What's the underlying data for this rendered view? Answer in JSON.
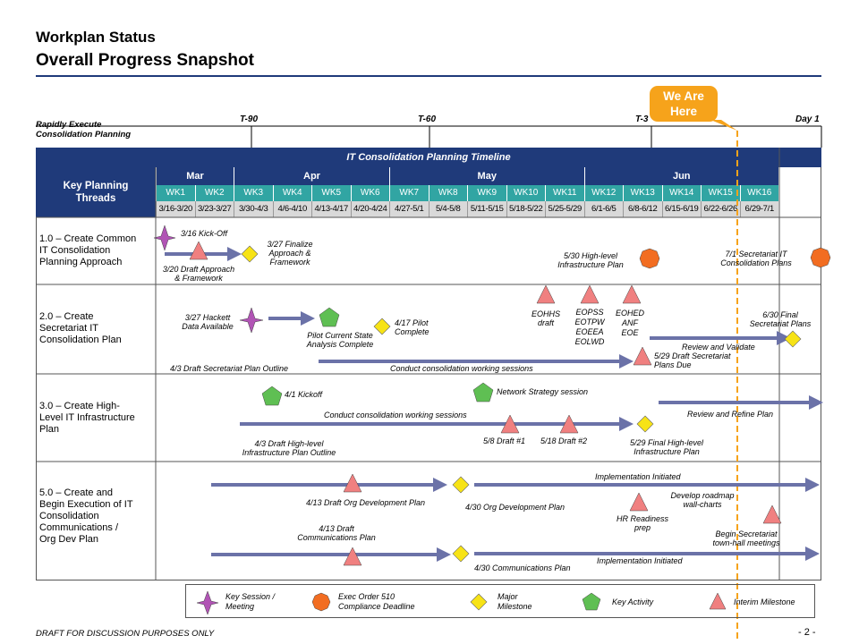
{
  "header": {
    "title": "Workplan Status",
    "subtitle": "Overall Progress Snapshot"
  },
  "timeline_note": {
    "line1": "Rapidly Execute",
    "line2": "Consolidation Planning"
  },
  "milestones": {
    "t90": "T-90",
    "t60": "T-60",
    "t30": "T-3",
    "day1": "Day 1"
  },
  "here_callout": {
    "line1": "We Are",
    "line2": "Here"
  },
  "table": {
    "banner": "IT Consolidation Planning Timeline",
    "threads_header_line1": "Key Planning",
    "threads_header_line2": "Threads",
    "months": [
      "Mar",
      "Apr",
      "May",
      "Jun"
    ],
    "weeks": [
      "WK1",
      "WK2",
      "WK3",
      "WK4",
      "WK5",
      "WK6",
      "WK7",
      "WK8",
      "WK9",
      "WK10",
      "WK11",
      "WK12",
      "WK13",
      "WK14",
      "WK15",
      "WK16"
    ],
    "dates": [
      "3/16-3/20",
      "3/23-3/27",
      "3/30-4/3",
      "4/6-4/10",
      "4/13-4/17",
      "4/20-4/24",
      "4/27-5/1",
      "5/4-5/8",
      "5/11-5/15",
      "5/18-5/22",
      "5/25-5/29",
      "6/1-6/5",
      "6/8-6/12",
      "6/15-6/19",
      "6/22-6/26",
      "6/29-7/1"
    ]
  },
  "rows": [
    {
      "label_lines": [
        "1.0 – Create Common",
        "IT Consolidation",
        "Planning Approach"
      ]
    },
    {
      "label_lines": [
        "2.0 – Create",
        "Secretariat IT",
        "Consolidation Plan"
      ]
    },
    {
      "label_lines": [
        "3.0 – Create High-",
        "Level IT Infrastructure",
        "Plan"
      ]
    },
    {
      "label_lines": [
        "5.0 – Create and",
        "Begin Execution of IT",
        "Consolidation",
        "Communications /",
        "Org Dev Plan"
      ]
    }
  ],
  "annotations": {
    "r1_kickoff": "3/16 Kick-Off",
    "r1_draft": [
      "3/20 Draft Approach",
      "& Framework"
    ],
    "r1_finalize": [
      "3/27 Finalize",
      "Approach &",
      "Framework"
    ],
    "r1_hl": [
      "5/30 High-level",
      "Infrastructure Plan"
    ],
    "r1_sec": [
      "7/1 Secretariat IT",
      "Consolidation Plans"
    ],
    "r2_hackett": [
      "3/27 Hackett",
      "Data Available"
    ],
    "r2_pilot_state": [
      "Pilot Current State",
      "Analysis Complete"
    ],
    "r2_pilot": [
      "4/17 Pilot",
      "Complete"
    ],
    "r2_eohhs": [
      "EOHHS",
      "draft"
    ],
    "r2_eopss": [
      "EOPSS",
      "EOTPW",
      "EOEEA",
      "EOLWD"
    ],
    "r2_eohed": [
      "EOHED",
      "ANF",
      "EOE"
    ],
    "r2_final": [
      "6/30 Final",
      "Secretariat Plans"
    ],
    "r2_review": "Review and Validate",
    "r2_draftsec": [
      "5/29 Draft Secretariat",
      "Plans Due"
    ],
    "r2_outline": "4/3 Draft Secretariat Plan Outline",
    "r2_conduct": "Conduct consolidation working sessions",
    "r3_kickoff": "4/1 Kickoff",
    "r3_network": "Network Strategy session",
    "r3_conduct": "Conduct consolidation working sessions",
    "r3_review": "Review and Refine Plan",
    "r3_outline": [
      "4/3 Draft High-level",
      "Infrastructure Plan Outline"
    ],
    "r3_d1": "5/8 Draft #1",
    "r3_d2": "5/18 Draft #2",
    "r3_final": [
      "5/29 Final High-level",
      "Infrastructure Plan"
    ],
    "r5_impl1": "Implementation Initiated",
    "r5_orgdraft": "4/13 Draft Org Development Plan",
    "r5_orgplan": "4/30 Org Development Plan",
    "r5_roadmap": [
      "Develop roadmap",
      "wall-charts"
    ],
    "r5_hr": [
      "HR Readiness",
      "prep"
    ],
    "r5_commdraft": [
      "4/13 Draft",
      "Communications Plan"
    ],
    "r5_townhall": [
      "Begin Secretariat",
      "town-hall meetings"
    ],
    "r5_commplan": "4/30 Communications Plan",
    "r5_impl2": "Implementation Initiated"
  },
  "legend": {
    "key_session": [
      "Key Session /",
      "Meeting"
    ],
    "exec_order": [
      "Exec Order 510",
      "Compliance Deadline"
    ],
    "major": [
      "Major",
      "Milestone"
    ],
    "key_activity": "Key Activity",
    "interim": "Interim Milestone"
  },
  "footer": {
    "note": "DRAFT FOR DISCUSSION PURPOSES ONLY",
    "page": "- 2 -"
  },
  "colors": {
    "navy": "#1f3a7a",
    "teal": "#31a5a3",
    "arrow": "#6b72a8",
    "interim": "#f08080",
    "activity": "#5fbf53",
    "major": "#f7e316",
    "exec": "#f26d21",
    "session": "#b154b5",
    "here": "#f6a31b"
  }
}
